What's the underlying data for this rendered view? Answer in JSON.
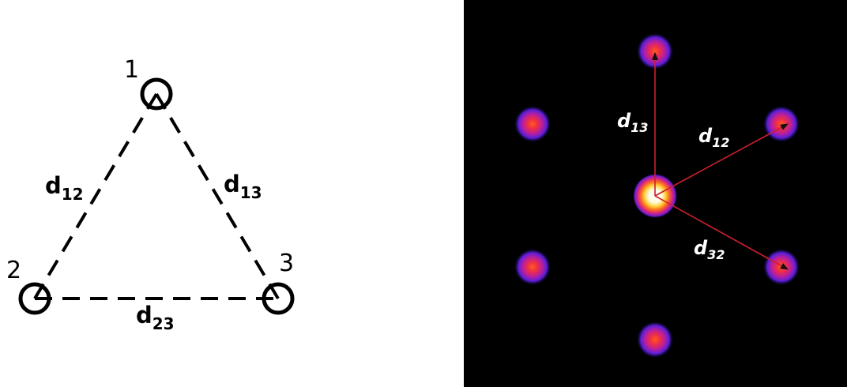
{
  "triangle": {
    "nodes": [
      {
        "label": "1"
      },
      {
        "label": "2"
      },
      {
        "label": "3"
      }
    ],
    "edges": [
      {
        "main": "d",
        "sub": "12"
      },
      {
        "main": "d",
        "sub": "13"
      },
      {
        "main": "d",
        "sub": "23"
      }
    ]
  },
  "pattern": {
    "background": "#000000",
    "arrow_color": "#cc1f2e",
    "vectors": [
      {
        "main": "d",
        "sub": "13"
      },
      {
        "main": "d",
        "sub": "12"
      },
      {
        "main": "d",
        "sub": "32"
      }
    ]
  }
}
